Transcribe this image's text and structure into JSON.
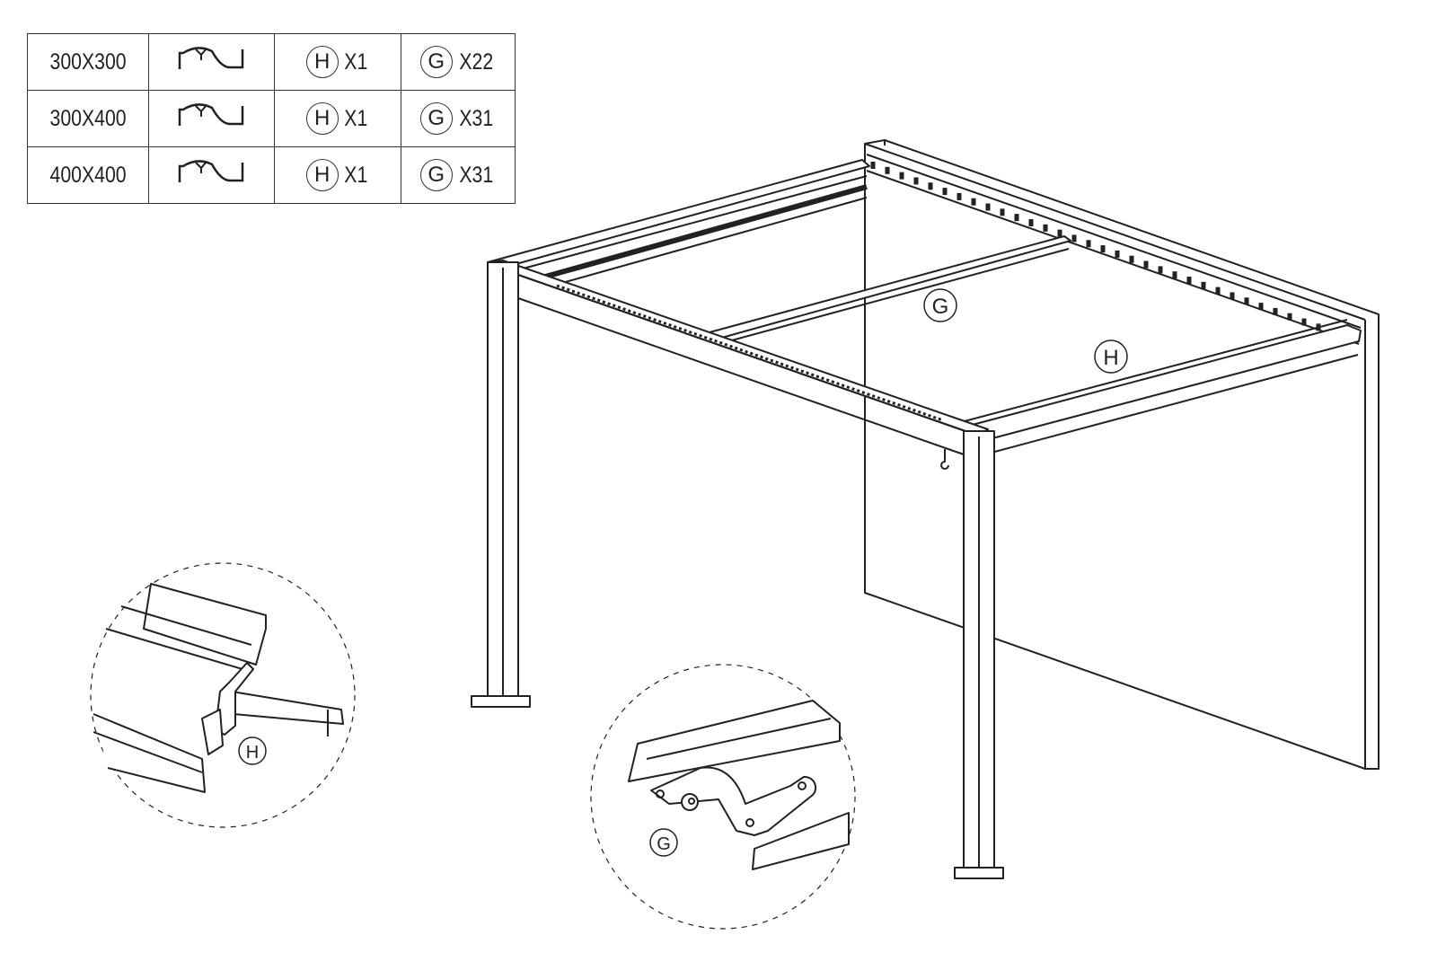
{
  "parts_table": {
    "rows": [
      {
        "size": "300X300",
        "profile_icon": "louver-profile-icon",
        "h_label": "H",
        "h_qty": "X1",
        "g_label": "G",
        "g_qty": "X22"
      },
      {
        "size": "300X400",
        "profile_icon": "louver-profile-icon",
        "h_label": "H",
        "h_qty": "X1",
        "g_label": "G",
        "g_qty": "X31"
      },
      {
        "size": "400X400",
        "profile_icon": "louver-profile-icon",
        "h_label": "H",
        "h_qty": "X1",
        "g_label": "G",
        "g_qty": "X31"
      }
    ]
  },
  "diagram": {
    "callout_g": "G",
    "callout_h": "H",
    "detail_h_label": "H",
    "detail_g_label": "G"
  }
}
